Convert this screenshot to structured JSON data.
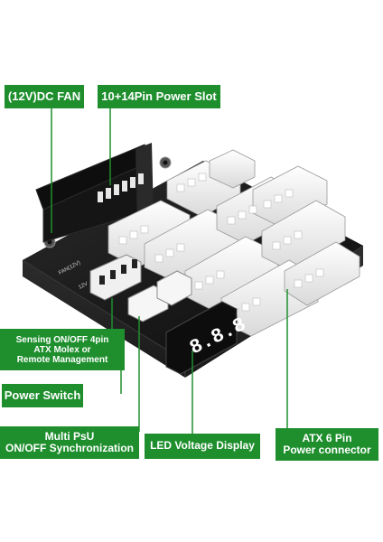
{
  "labels": {
    "dc_fan": "(12V)DC FAN",
    "power_slot": "10+14Pin Power Slot",
    "sensing": [
      "Sensing ON/OFF 4pin",
      "ATX Molex or",
      "Remote Management"
    ],
    "power_switch": "Power Switch",
    "multi_psu": [
      "Multi PsU",
      "ON/OFF Synchronization"
    ],
    "led_display": "LED Voltage Display",
    "atx6": [
      "ATX 6 Pin",
      "Power connector"
    ]
  },
  "board": {
    "display_digits": "8.8.8",
    "silkscreen": [
      "FAN(12V)",
      "12V"
    ]
  },
  "colors": {
    "accent": "#1f8f2e",
    "board": "#111111",
    "connector": "#f4f4f4"
  },
  "icons": [
    "molex-connector-icon",
    "atx-6pin-connector-icon",
    "power-slot-icon",
    "led-display-icon"
  ]
}
